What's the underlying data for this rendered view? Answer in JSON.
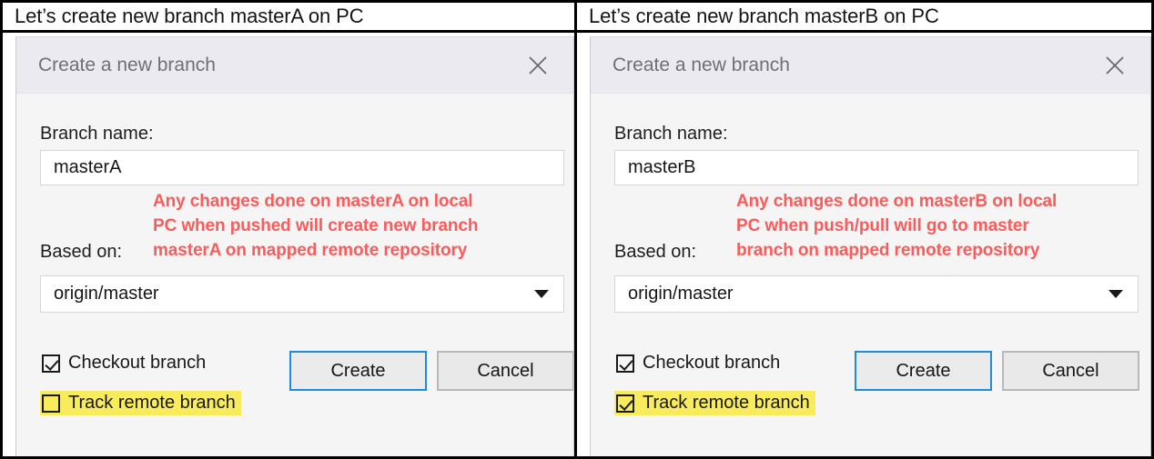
{
  "colors": {
    "accent_blue": "#1f8ae0",
    "annotation_red": "#fb5b5b",
    "highlight_yellow": "#f8ec5c",
    "dialog_header": "#eaeaf0",
    "dialog_body": "#f5f5f5"
  },
  "panels": [
    {
      "caption": "Let’s create new branch masterA on PC",
      "dialog": {
        "title": "Create a new branch",
        "close_icon": "close-icon",
        "branch_name_label": "Branch name:",
        "branch_name_value": "masterA",
        "based_on_label": "Based on:",
        "based_on_value": "origin/master",
        "based_on_arrow_icon": "chevron-down-icon",
        "annotation": "Any changes done on masterA on local\nPC when pushed will create new branch\nmasterA on mapped remote repository",
        "checkout_label": "Checkout branch",
        "checkout_checked": true,
        "track_label": "Track remote branch",
        "track_checked": false,
        "track_highlighted": true,
        "create_label": "Create",
        "cancel_label": "Cancel"
      }
    },
    {
      "caption": "Let’s create new branch masterB on PC",
      "dialog": {
        "title": "Create a new branch",
        "close_icon": "close-icon",
        "branch_name_label": "Branch name:",
        "branch_name_value": "masterB",
        "based_on_label": "Based on:",
        "based_on_value": "origin/master",
        "based_on_arrow_icon": "chevron-down-icon",
        "annotation": "Any changes done on masterB on local\nPC when push/pull will go to master\nbranch on mapped remote repository",
        "checkout_label": "Checkout branch",
        "checkout_checked": true,
        "track_label": "Track remote branch",
        "track_checked": true,
        "track_highlighted": true,
        "create_label": "Create",
        "cancel_label": "Cancel"
      }
    }
  ]
}
